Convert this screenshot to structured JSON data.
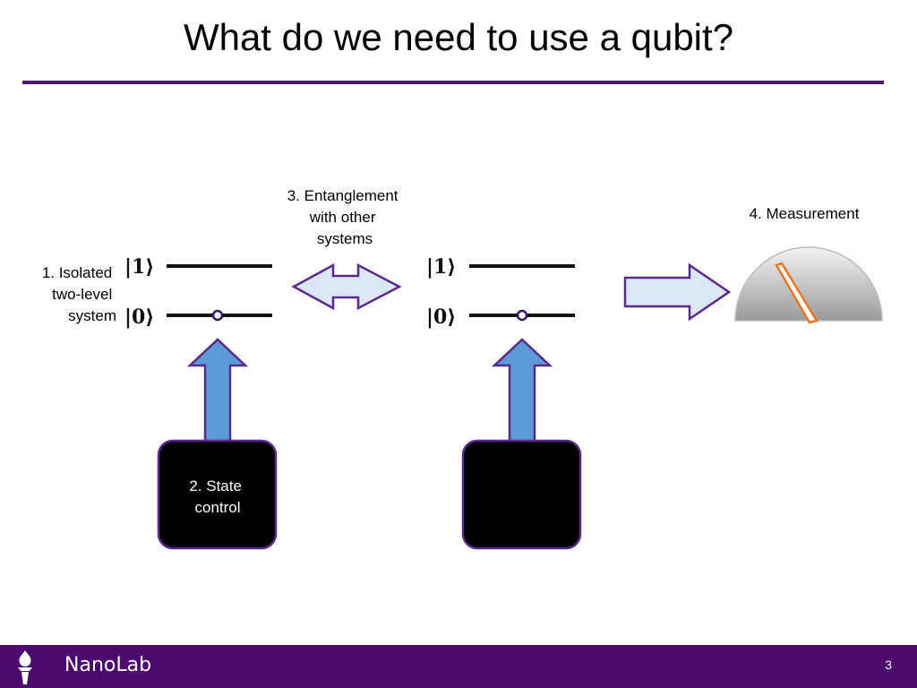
{
  "slide": {
    "title": "What do we need to use a qubit?",
    "page_number": "3"
  },
  "footer": {
    "brand": "NanoLab",
    "logo_icon": "torch-icon"
  },
  "labels": {
    "isolated": [
      "1. Isolated",
      "two-level",
      "system"
    ],
    "state_control": [
      "2. State",
      "control"
    ],
    "entanglement": [
      "3. Entanglement",
      "with other",
      "systems"
    ],
    "measurement": "4. Measurement"
  },
  "kets": {
    "upper": "|1⟩",
    "lower": "|0⟩"
  },
  "colors": {
    "accent_purple": "#4b0a6e",
    "arrow_blue": "#5b9bd5",
    "arrow_light": "#dbe6f6",
    "needle_orange": "#e87722"
  }
}
